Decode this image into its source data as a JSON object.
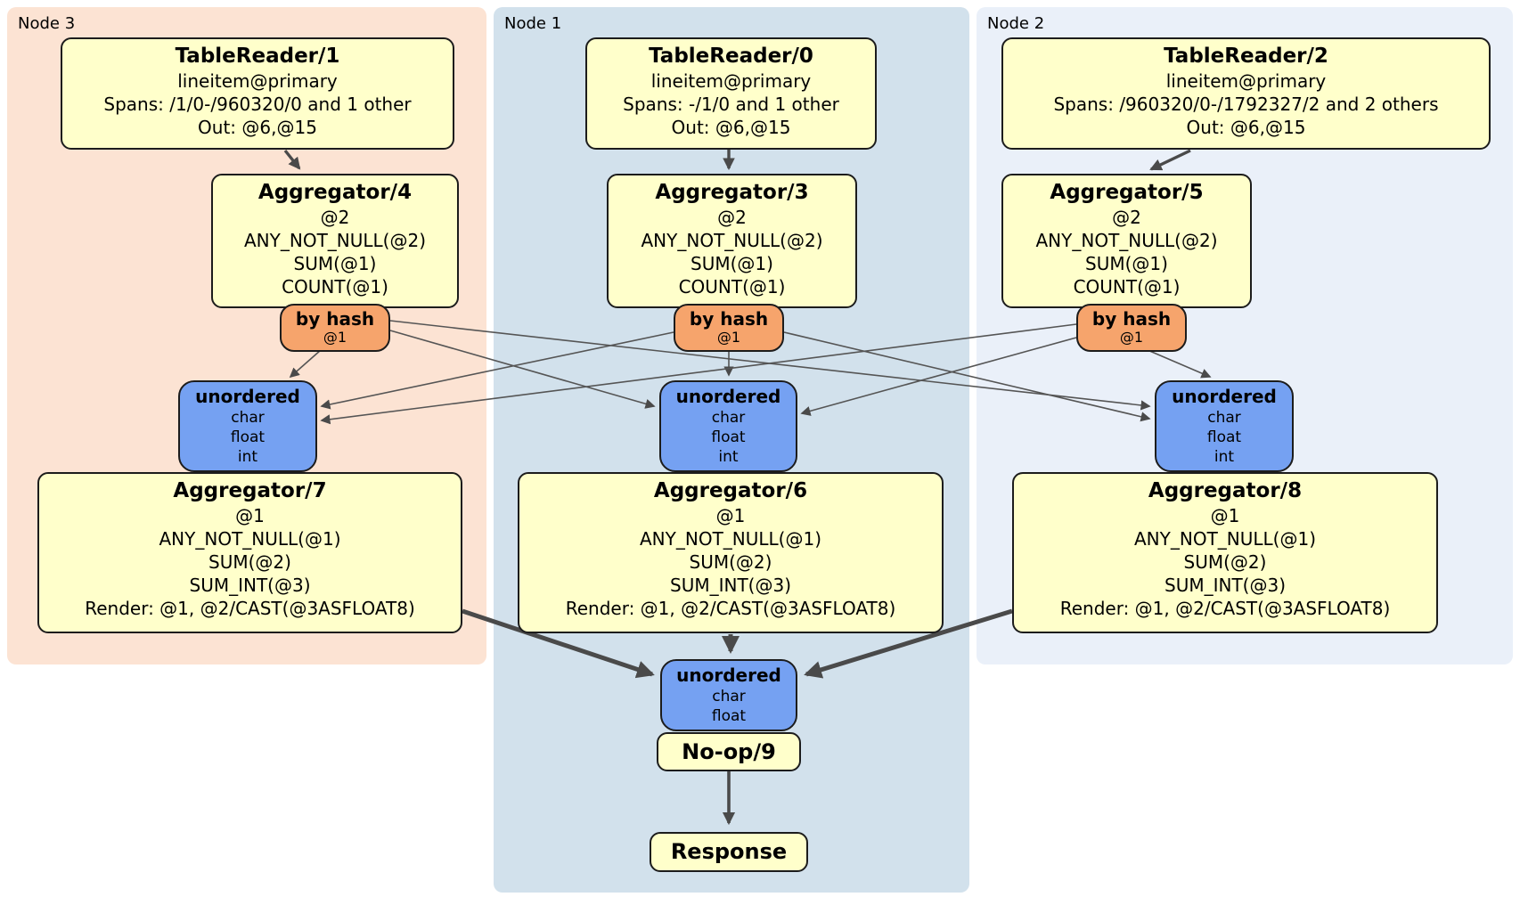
{
  "regions": {
    "node3": {
      "label": "Node 3"
    },
    "node1": {
      "label": "Node 1"
    },
    "node2": {
      "label": "Node 2"
    }
  },
  "processors": {
    "tr1": {
      "title": "TableReader/1",
      "lines": [
        "lineitem@primary",
        "Spans: /1/0-/960320/0 and 1 other",
        "Out: @6,@15"
      ]
    },
    "agg4": {
      "title": "Aggregator/4",
      "lines": [
        "@2",
        "ANY_NOT_NULL(@2)",
        "SUM(@1)",
        "COUNT(@1)"
      ]
    },
    "agg7": {
      "title": "Aggregator/7",
      "lines": [
        "@1",
        "ANY_NOT_NULL(@1)",
        "SUM(@2)",
        "SUM_INT(@3)",
        "Render: @1, @2/CAST(@3ASFLOAT8)"
      ]
    },
    "tr0": {
      "title": "TableReader/0",
      "lines": [
        "lineitem@primary",
        "Spans: -/1/0 and 1 other",
        "Out: @6,@15"
      ]
    },
    "agg3": {
      "title": "Aggregator/3",
      "lines": [
        "@2",
        "ANY_NOT_NULL(@2)",
        "SUM(@1)",
        "COUNT(@1)"
      ]
    },
    "agg6": {
      "title": "Aggregator/6",
      "lines": [
        "@1",
        "ANY_NOT_NULL(@1)",
        "SUM(@2)",
        "SUM_INT(@3)",
        "Render: @1, @2/CAST(@3ASFLOAT8)"
      ]
    },
    "tr2": {
      "title": "TableReader/2",
      "lines": [
        "lineitem@primary",
        "Spans: /960320/0-/1792327/2 and 2 others",
        "Out: @6,@15"
      ]
    },
    "agg5": {
      "title": "Aggregator/5",
      "lines": [
        "@2",
        "ANY_NOT_NULL(@2)",
        "SUM(@1)",
        "COUNT(@1)"
      ]
    },
    "agg8": {
      "title": "Aggregator/8",
      "lines": [
        "@1",
        "ANY_NOT_NULL(@1)",
        "SUM(@2)",
        "SUM_INT(@3)",
        "Render: @1, @2/CAST(@3ASFLOAT8)"
      ]
    },
    "noop": {
      "title": "No-op/9"
    },
    "response": {
      "title": "Response"
    }
  },
  "routers": {
    "hash3": {
      "label": "by hash",
      "key": "@1"
    },
    "hash1": {
      "label": "by hash",
      "key": "@1"
    },
    "hash2": {
      "label": "by hash",
      "key": "@1"
    }
  },
  "syncs": {
    "un3": {
      "label": "unordered",
      "types": [
        "char",
        "float",
        "int"
      ]
    },
    "un1": {
      "label": "unordered",
      "types": [
        "char",
        "float",
        "int"
      ]
    },
    "un2": {
      "label": "unordered",
      "types": [
        "char",
        "float",
        "int"
      ]
    },
    "unfinal": {
      "label": "unordered",
      "types": [
        "char",
        "float"
      ]
    }
  },
  "colors": {
    "region_node3": "#fce3d3",
    "region_node1": "#d2e1ec",
    "region_node2": "#eaf0f9",
    "processor_fill": "#ffffcb",
    "router_fill": "#f6a46c",
    "sync_fill": "#75a1f2",
    "box_border": "#1c1c1c",
    "edge_thick": "#4a4a4a",
    "edge_thin": "#555555"
  }
}
